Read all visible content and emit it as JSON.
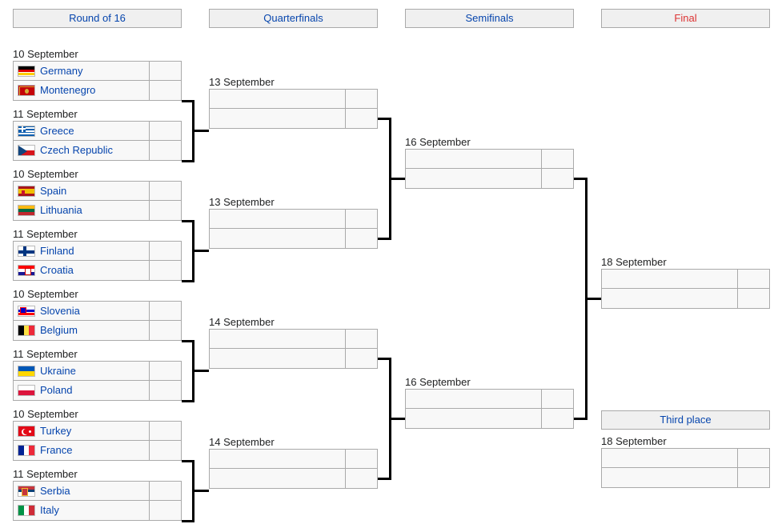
{
  "rounds": [
    {
      "id": "round-of-16",
      "label": "Round of 16",
      "accent": "#0645ad"
    },
    {
      "id": "quarterfinals",
      "label": "Quarterfinals",
      "accent": "#0645ad"
    },
    {
      "id": "semifinals",
      "label": "Semifinals",
      "accent": "#0645ad"
    },
    {
      "id": "final",
      "label": "Final",
      "accent": "#d33"
    }
  ],
  "third_place": {
    "label": "Third place",
    "accent": "#0645ad",
    "date": "18 September"
  },
  "r16": [
    {
      "date": "10 September",
      "teams": [
        {
          "name": "Germany",
          "score": "",
          "flag": "germany"
        },
        {
          "name": "Montenegro",
          "score": "",
          "flag": "montenegro"
        }
      ]
    },
    {
      "date": "11 September",
      "teams": [
        {
          "name": "Greece",
          "score": "",
          "flag": "greece"
        },
        {
          "name": "Czech Republic",
          "score": "",
          "flag": "czech-republic"
        }
      ]
    },
    {
      "date": "10 September",
      "teams": [
        {
          "name": "Spain",
          "score": "",
          "flag": "spain"
        },
        {
          "name": "Lithuania",
          "score": "",
          "flag": "lithuania"
        }
      ]
    },
    {
      "date": "11 September",
      "teams": [
        {
          "name": "Finland",
          "score": "",
          "flag": "finland"
        },
        {
          "name": "Croatia",
          "score": "",
          "flag": "croatia"
        }
      ]
    },
    {
      "date": "10 September",
      "teams": [
        {
          "name": "Slovenia",
          "score": "",
          "flag": "slovenia"
        },
        {
          "name": "Belgium",
          "score": "",
          "flag": "belgium"
        }
      ]
    },
    {
      "date": "11 September",
      "teams": [
        {
          "name": "Ukraine",
          "score": "",
          "flag": "ukraine"
        },
        {
          "name": "Poland",
          "score": "",
          "flag": "poland"
        }
      ]
    },
    {
      "date": "10 September",
      "teams": [
        {
          "name": "Turkey",
          "score": "",
          "flag": "turkey"
        },
        {
          "name": "France",
          "score": "",
          "flag": "france"
        }
      ]
    },
    {
      "date": "11 September",
      "teams": [
        {
          "name": "Serbia",
          "score": "",
          "flag": "serbia"
        },
        {
          "name": "Italy",
          "score": "",
          "flag": "italy"
        }
      ]
    }
  ],
  "qf": [
    {
      "date": "13 September",
      "teams": [
        {
          "name": "",
          "score": ""
        },
        {
          "name": "",
          "score": ""
        }
      ]
    },
    {
      "date": "13 September",
      "teams": [
        {
          "name": "",
          "score": ""
        },
        {
          "name": "",
          "score": ""
        }
      ]
    },
    {
      "date": "14 September",
      "teams": [
        {
          "name": "",
          "score": ""
        },
        {
          "name": "",
          "score": ""
        }
      ]
    },
    {
      "date": "14 September",
      "teams": [
        {
          "name": "",
          "score": ""
        },
        {
          "name": "",
          "score": ""
        }
      ]
    }
  ],
  "sf": [
    {
      "date": "16 September",
      "teams": [
        {
          "name": "",
          "score": ""
        },
        {
          "name": "",
          "score": ""
        }
      ]
    },
    {
      "date": "16 September",
      "teams": [
        {
          "name": "",
          "score": ""
        },
        {
          "name": "",
          "score": ""
        }
      ]
    }
  ],
  "finalMatch": {
    "date": "18 September",
    "teams": [
      {
        "name": "",
        "score": ""
      },
      {
        "name": "",
        "score": ""
      }
    ]
  },
  "thirdMatch": {
    "date": "18 September",
    "teams": [
      {
        "name": "",
        "score": ""
      },
      {
        "name": "",
        "score": ""
      }
    ]
  },
  "colors": {
    "header_bg": "#f0f0f0",
    "header_border": "#aaaaaa",
    "cell_bg": "#f8f8f8",
    "cell_border": "#aaaaaa",
    "link": "#0645ad",
    "final_accent": "#d33333",
    "connector": "#000000",
    "text": "#202122"
  }
}
